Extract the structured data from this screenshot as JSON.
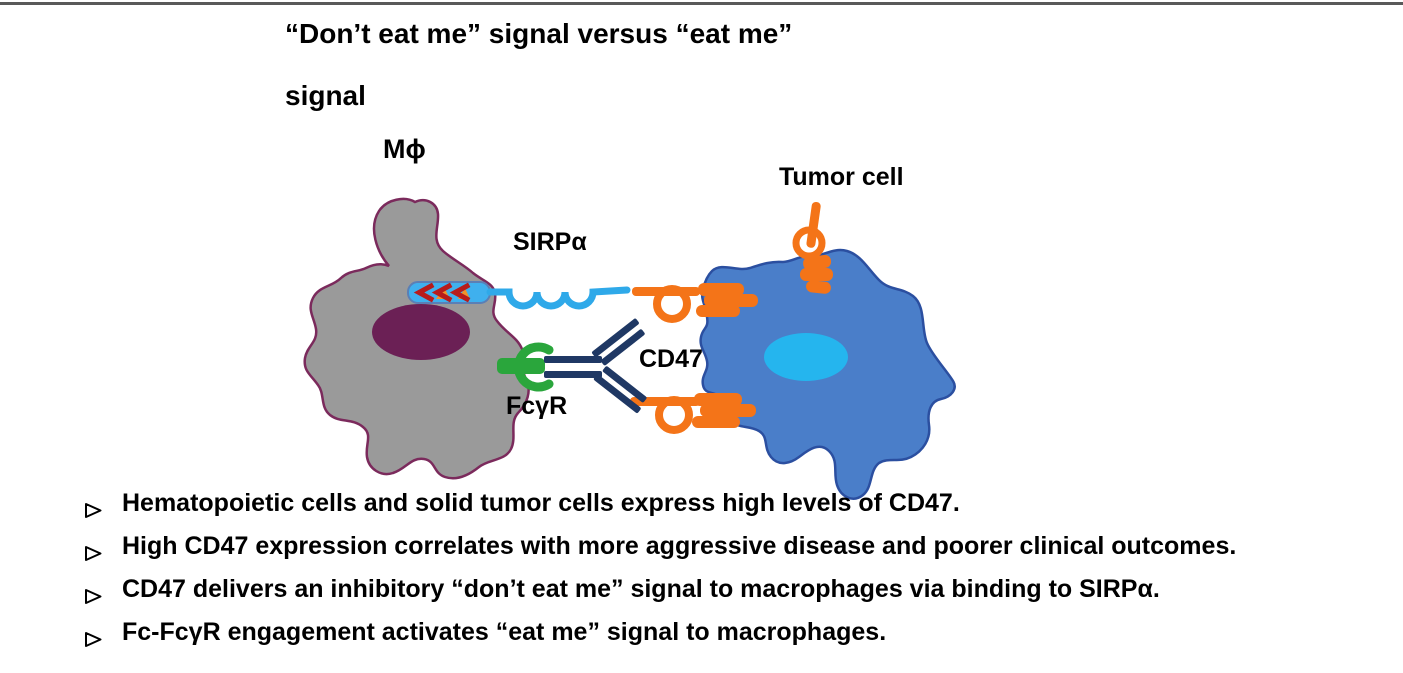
{
  "window": {
    "background": "#ffffff",
    "top_rule_color": "#595959"
  },
  "title": {
    "line1": "“Don’t eat me” signal versus “eat me”",
    "line2": "signal"
  },
  "diagram": {
    "labels": {
      "macrophage": "Mϕ",
      "tumor_cell": "Tumor cell",
      "sirp_alpha": "SIRPα",
      "cd47": "CD47",
      "fc_gamma_r": "FcγR"
    },
    "icons": {
      "inhibition_arrows": "triple-left-chevrons",
      "bullet_marker": "outlined-right-arrowhead"
    },
    "colors": {
      "macrophage_body": "#9a9a9a",
      "macrophage_outline": "#7b2a5c",
      "macrophage_nucleus": "#6b2055",
      "tumor_body": "#4a7ec9",
      "tumor_outline": "#2b4fa0",
      "tumor_nucleus": "#25b5ee",
      "sirp_alpha_receptor": "#2fa9e9",
      "sirp_alpha_bar_fill": "#3fb0ee",
      "sirp_alpha_bar_outline": "#5b7fb5",
      "cd47_receptor": "#f47418",
      "fc_gamma_receptor": "#2aa63c",
      "antibody": "#1f3864",
      "inhibit_arrow": "#b71c1c",
      "inhibit_arrow_accent": "#f0922b"
    }
  },
  "bullets": {
    "items": [
      "Hematopoietic cells and solid tumor cells express high levels of CD47.",
      "High CD47 expression correlates with more aggressive disease and poorer clinical outcomes.",
      "CD47 delivers an inhibitory “don’t eat me” signal to macrophages via binding to SIRPα.",
      "Fc-FcγR engagement activates “eat me” signal to macrophages."
    ]
  }
}
